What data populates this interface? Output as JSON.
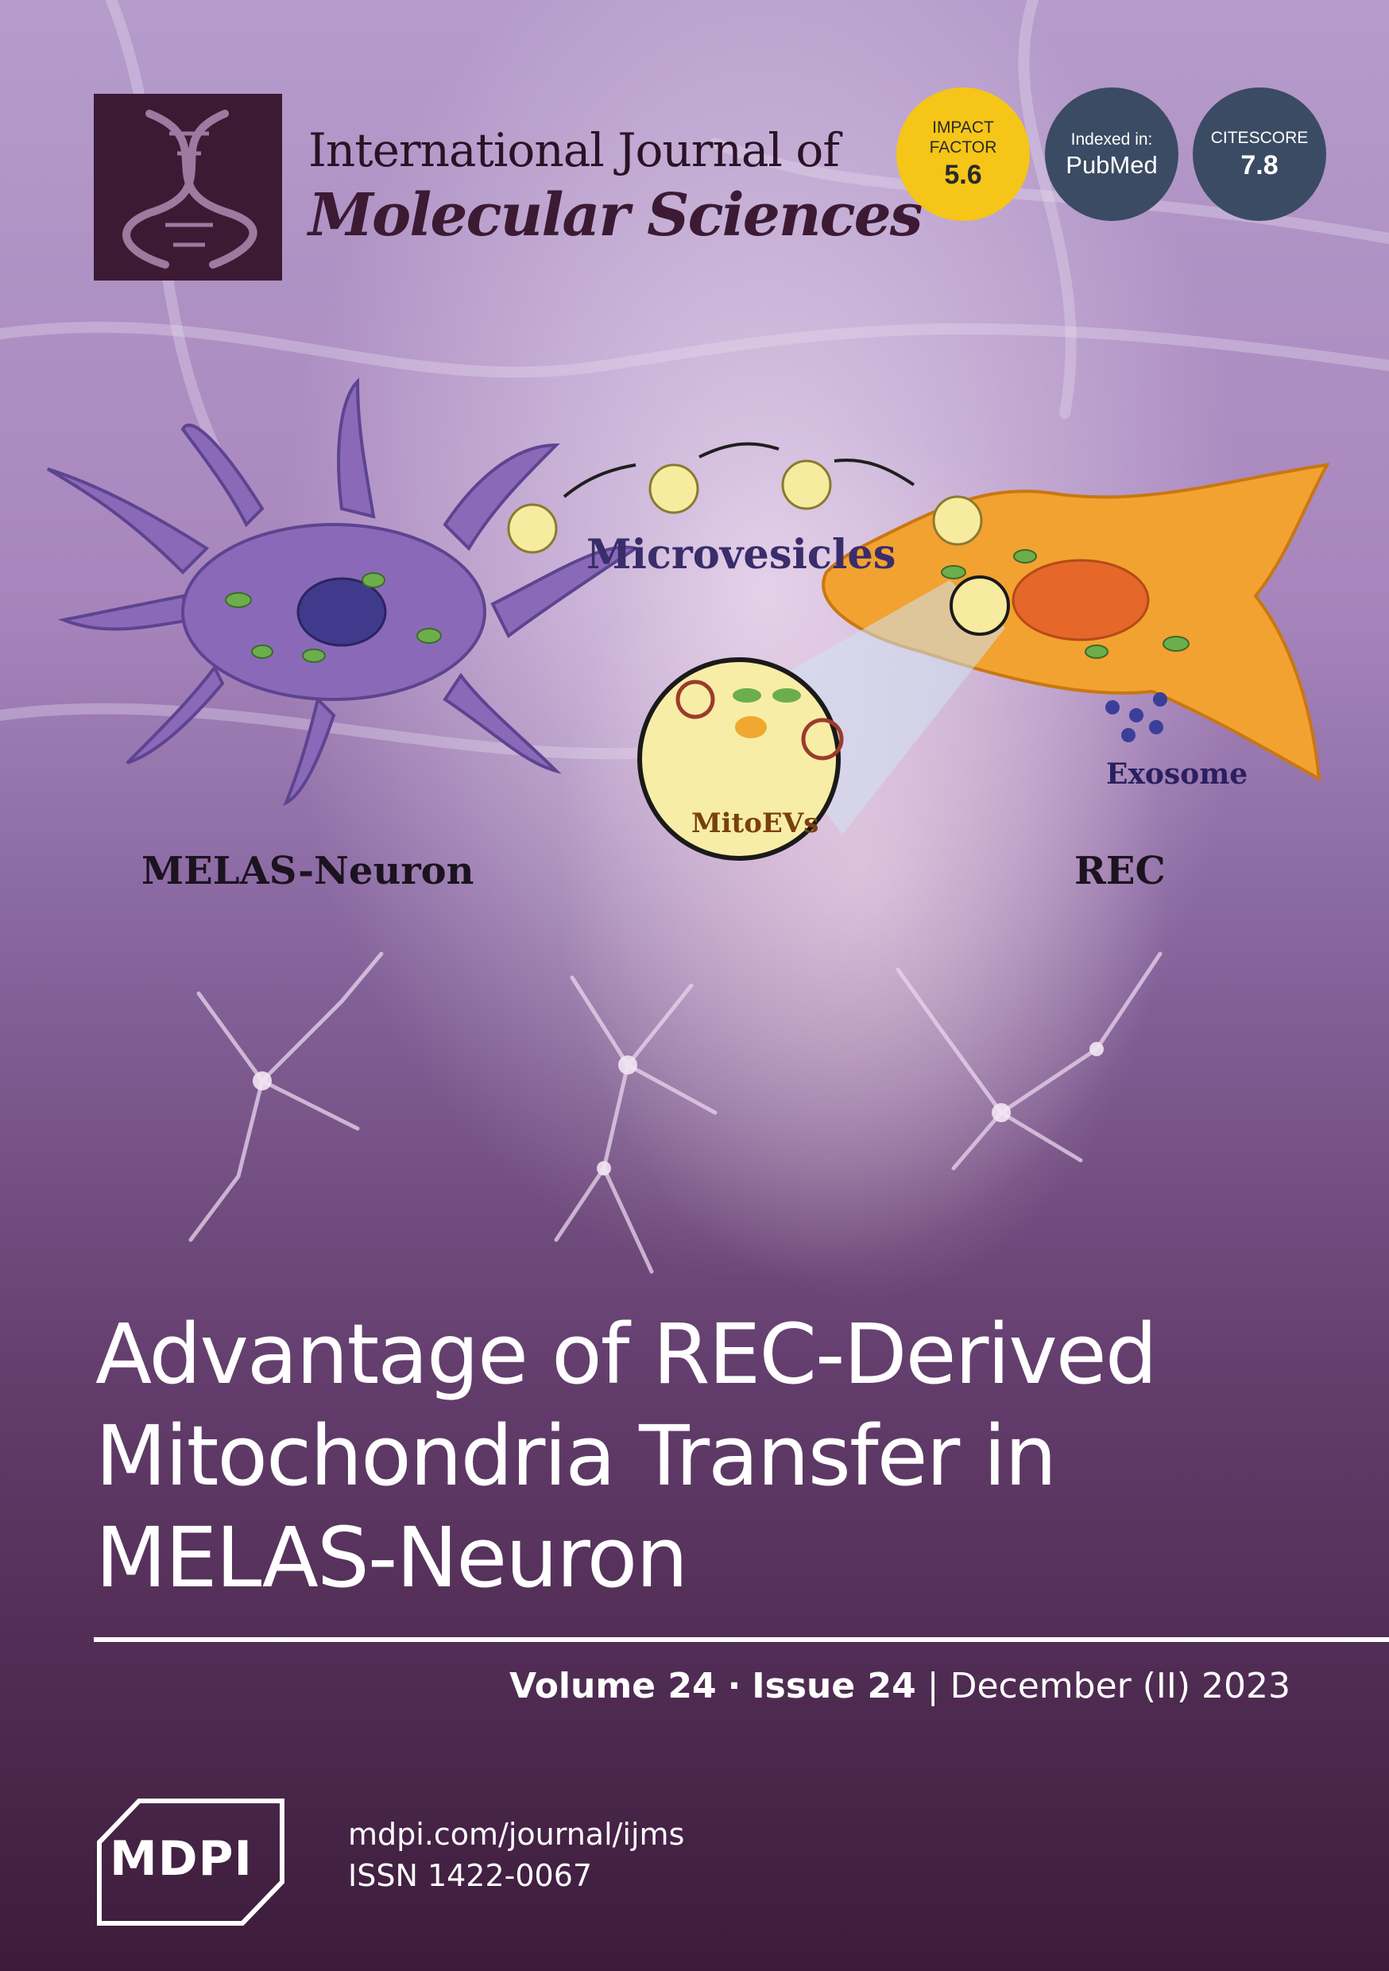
{
  "journal": {
    "name_line1": "International Journal of",
    "name_line2": "Molecular Sciences"
  },
  "badges": {
    "impact_factor": {
      "label_line1": "IMPACT",
      "label_line2": "FACTOR",
      "value": "5.6",
      "color": "#f5c518"
    },
    "indexed": {
      "label": "Indexed in:",
      "value": "PubMed",
      "color": "#3b4b63"
    },
    "citescore": {
      "label": "CITESCORE",
      "value": "7.8",
      "color": "#3b4b63"
    }
  },
  "diagram": {
    "label_microvesicles": "Microvesicles",
    "label_neuron": "MELAS-Neuron",
    "label_rec": "REC",
    "label_exosome": "Exosome",
    "label_mitoevs": "MitoEVs"
  },
  "article": {
    "title_line1": "Advantage of REC-Derived",
    "title_line2": "Mitochondria Transfer in",
    "title_line3": "MELAS-Neuron"
  },
  "issue": {
    "volume": "Volume 24",
    "separator": "·",
    "issue": "Issue 24",
    "divider": "|",
    "date": "December (II) 2023"
  },
  "publisher": {
    "name": "MDPI",
    "url": "mdpi.com/journal/ijms",
    "issn": "ISSN 1422-0067"
  },
  "colors": {
    "background_top": "#b497c9",
    "background_bottom": "#3f1d3d",
    "logo_box": "#3c1a34",
    "neuron": "#8a6ab8",
    "rec_cell": "#f2a230"
  }
}
